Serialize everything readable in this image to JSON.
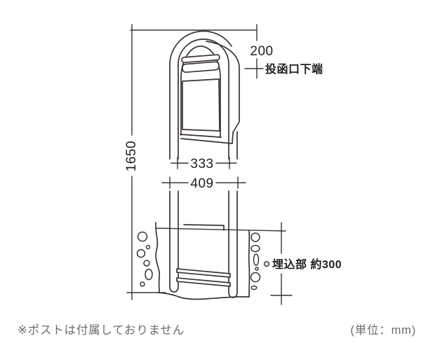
{
  "diagram": {
    "dimensions": {
      "top_offset": "200",
      "total_height": "1650",
      "inner_width": "333",
      "outer_width": "409",
      "embed_depth_label": "埋込部 約300",
      "slot_bottom_label": "投函口下端"
    },
    "notes": {
      "disclaimer": "※ポストは付属しておりません",
      "unit": "(単位：mm)"
    },
    "colors": {
      "line": "#3a3433",
      "label": "#1e1e1e",
      "note": "#6b6b6b",
      "background": "#ffffff"
    }
  }
}
